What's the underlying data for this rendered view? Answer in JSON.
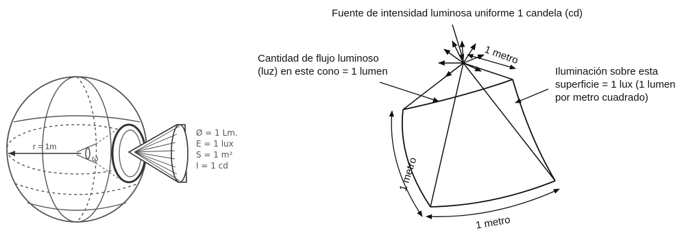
{
  "sphere_figure": {
    "radius_label": "r = 1m",
    "solid_angle_symbol": "ω",
    "legend": [
      "Ø = 1 Lm.",
      "E = 1 lux",
      "S = 1 m²",
      "I = 1 cd"
    ]
  },
  "cone_figure": {
    "source_label": "Fuente de intensidad luminosa uniforme 1 candela (cd)",
    "flux_label_line1": "Cantidad de flujo luminoso",
    "flux_label_line2": "(luz) en este cono = 1 lumen",
    "illum_label_line1": "Iluminación sobre esta",
    "illum_label_line2": "superficie = 1 lux (1 lumen",
    "illum_label_line3": "por metro cuadrado)",
    "edge_top": "1 metro",
    "edge_left": "1 metro",
    "edge_bottom": "1 metro"
  }
}
